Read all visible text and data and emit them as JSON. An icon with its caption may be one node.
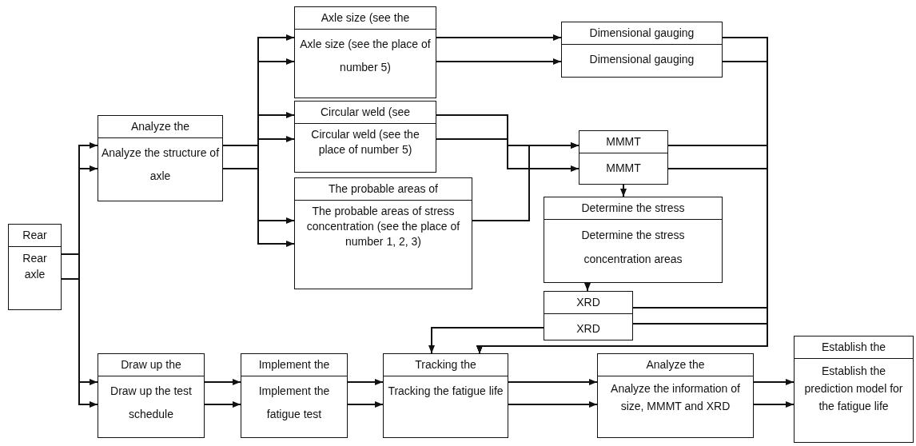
{
  "diagram": {
    "nodes": [
      {
        "text": [
          "Rear",
          "Rear axle"
        ]
      },
      {
        "text": [
          "Analyze the",
          "Analyze the structure of axle"
        ]
      },
      {
        "text": [
          "Axle size (see the",
          "Axle size (see the place of number 5)"
        ]
      },
      {
        "text": [
          "Circular weld (see",
          "Circular weld (see the place of number 5)"
        ]
      },
      {
        "text": [
          "The probable areas of",
          "The probable areas of stress concentration (see the place of number 1, 2, 3)"
        ]
      },
      {
        "text": [
          "Dimensional gauging",
          "Dimensional gauging"
        ]
      },
      {
        "text": [
          "MMMT",
          "MMMT"
        ]
      },
      {
        "text": [
          "Determine the stress",
          "Determine the stress concentration areas"
        ]
      },
      {
        "text": [
          "XRD",
          "XRD"
        ]
      },
      {
        "text": [
          "Draw up the",
          "Draw up the test schedule"
        ]
      },
      {
        "text": [
          "Implement the",
          "Implement the fatigue test"
        ]
      },
      {
        "text": [
          "Tracking the",
          "Tracking the fatigue life"
        ]
      },
      {
        "text": [
          "Analyze the",
          "Analyze the information of size, MMMT and XRD"
        ]
      },
      {
        "text": [
          "Establish the",
          "Establish the prediction model for the fatigue life"
        ]
      }
    ],
    "edges": [
      {
        "from": 0,
        "to": 1,
        "arrow": "to"
      },
      {
        "from": 0,
        "to": 1,
        "arrow": "to"
      },
      {
        "from": 0,
        "to": 9,
        "arrow": "to"
      },
      {
        "from": 0,
        "to": 9,
        "arrow": "to"
      },
      {
        "from": 1,
        "to": 2,
        "arrow": "to"
      },
      {
        "from": 1,
        "to": 2,
        "arrow": "to"
      },
      {
        "from": 1,
        "to": 3,
        "arrow": "to"
      },
      {
        "from": 1,
        "to": 3,
        "arrow": "to"
      },
      {
        "from": 1,
        "to": 4,
        "arrow": "to"
      },
      {
        "from": 1,
        "to": 4,
        "arrow": "to"
      },
      {
        "from": 2,
        "to": 5,
        "arrow": "to"
      },
      {
        "from": 2,
        "to": 5,
        "arrow": "to"
      },
      {
        "from": 3,
        "to": 6,
        "arrow": "to"
      },
      {
        "from": 3,
        "to": 6,
        "arrow": "to"
      },
      {
        "from": 4,
        "to": 6,
        "arrow": "to"
      },
      {
        "from": 6,
        "to": 7,
        "arrow": "to"
      },
      {
        "from": 7,
        "to": 8,
        "arrow": "to"
      },
      {
        "from": 8,
        "to": 11,
        "arrow": "to"
      },
      {
        "from": 5,
        "to": 11,
        "arrow": "to"
      },
      {
        "from": 5,
        "to": 11,
        "arrow": "to"
      },
      {
        "from": 6,
        "to": 11,
        "arrow": "to"
      },
      {
        "from": 6,
        "to": 11,
        "arrow": "to"
      },
      {
        "from": 8,
        "to": 11,
        "arrow": "to"
      },
      {
        "from": 8,
        "to": 11,
        "arrow": "to"
      },
      {
        "from": 9,
        "to": 10,
        "arrow": "to"
      },
      {
        "from": 9,
        "to": 10,
        "arrow": "to"
      },
      {
        "from": 10,
        "to": 11,
        "arrow": "to"
      },
      {
        "from": 10,
        "to": 11,
        "arrow": "to"
      },
      {
        "from": 11,
        "to": 12,
        "arrow": "to"
      },
      {
        "from": 11,
        "to": 12,
        "arrow": "to"
      },
      {
        "from": 12,
        "to": 13,
        "arrow": "to"
      },
      {
        "from": 12,
        "to": 13,
        "arrow": "to"
      }
    ]
  }
}
